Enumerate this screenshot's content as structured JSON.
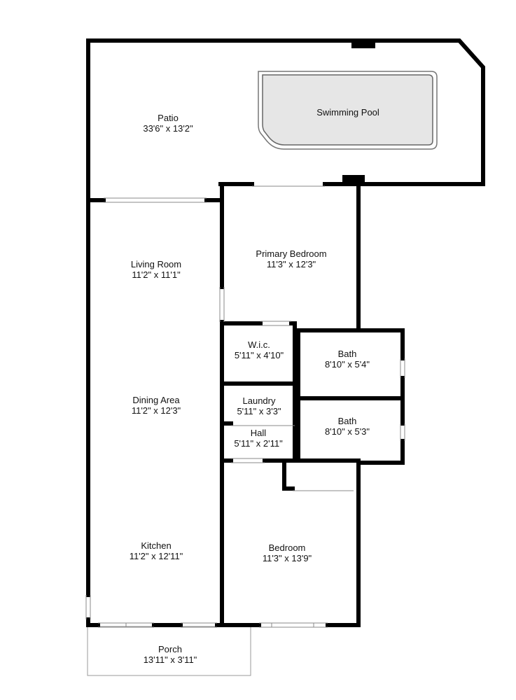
{
  "rooms": {
    "patio": {
      "name": "Patio",
      "dim": "33'6\" x 13'2\""
    },
    "pool": {
      "name": "Swimming Pool"
    },
    "primary": {
      "name": "Primary Bedroom",
      "dim": "11'3\" x 12'3\""
    },
    "living": {
      "name": "Living Room",
      "dim": "11'2\" x 11'1\""
    },
    "dining": {
      "name": "Dining Area",
      "dim": "11'2\" x 12'3\""
    },
    "wic": {
      "name": "W.i.c.",
      "dim": "5'11\" x 4'10\""
    },
    "bath1": {
      "name": "Bath",
      "dim": "8'10\" x 5'4\""
    },
    "laundry": {
      "name": "Laundry",
      "dim": "5'11\" x 3'3\""
    },
    "bath2": {
      "name": "Bath",
      "dim": "8'10\" x 5'3\""
    },
    "hall": {
      "name": "Hall",
      "dim": "5'11\" x 2'11\""
    },
    "kitchen": {
      "name": "Kitchen",
      "dim": "11'2\" x 12'11\""
    },
    "bedroom": {
      "name": "Bedroom",
      "dim": "11'3\" x 13'9\""
    },
    "porch": {
      "name": "Porch",
      "dim": "13'11\" x 3'11\""
    }
  },
  "colors": {
    "wall": "#000000",
    "pool_fill": "#e6e6e6",
    "background": "#ffffff",
    "text": "#111111"
  }
}
